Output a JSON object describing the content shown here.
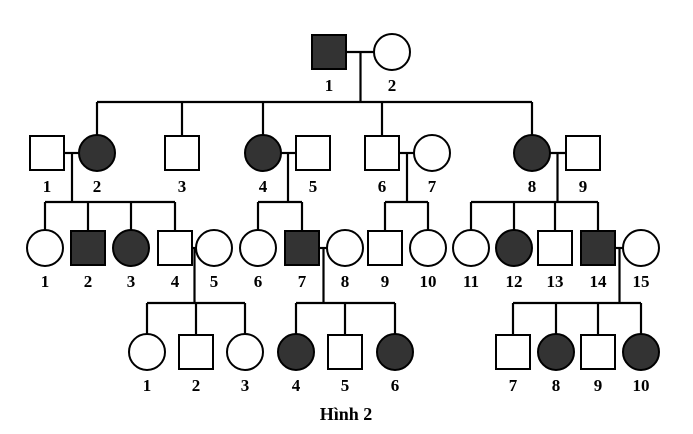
{
  "caption": "Hình 2",
  "legend": {
    "affected_fill": "#333333",
    "unaffected_fill": "#ffffff"
  },
  "generations": [
    {
      "gen": "I",
      "individuals": [
        {
          "id": "I-1",
          "label": "1",
          "sex": "male",
          "affected": true
        },
        {
          "id": "I-2",
          "label": "2",
          "sex": "female",
          "affected": false
        }
      ]
    },
    {
      "gen": "II",
      "individuals": [
        {
          "id": "II-1",
          "label": "1",
          "sex": "male",
          "affected": false
        },
        {
          "id": "II-2",
          "label": "2",
          "sex": "female",
          "affected": true
        },
        {
          "id": "II-3",
          "label": "3",
          "sex": "male",
          "affected": false
        },
        {
          "id": "II-4",
          "label": "4",
          "sex": "female",
          "affected": true
        },
        {
          "id": "II-5",
          "label": "5",
          "sex": "male",
          "affected": false
        },
        {
          "id": "II-6",
          "label": "6",
          "sex": "male",
          "affected": false
        },
        {
          "id": "II-7",
          "label": "7",
          "sex": "female",
          "affected": false
        },
        {
          "id": "II-8",
          "label": "8",
          "sex": "female",
          "affected": true
        },
        {
          "id": "II-9",
          "label": "9",
          "sex": "male",
          "affected": false
        }
      ]
    },
    {
      "gen": "III",
      "individuals": [
        {
          "id": "III-1",
          "label": "1",
          "sex": "female",
          "affected": false
        },
        {
          "id": "III-2",
          "label": "2",
          "sex": "male",
          "affected": true
        },
        {
          "id": "III-3",
          "label": "3",
          "sex": "female",
          "affected": true
        },
        {
          "id": "III-4",
          "label": "4",
          "sex": "male",
          "affected": false
        },
        {
          "id": "III-5",
          "label": "5",
          "sex": "female",
          "affected": false
        },
        {
          "id": "III-6",
          "label": "6",
          "sex": "female",
          "affected": false
        },
        {
          "id": "III-7",
          "label": "7",
          "sex": "male",
          "affected": true
        },
        {
          "id": "III-8",
          "label": "8",
          "sex": "female",
          "affected": false
        },
        {
          "id": "III-9",
          "label": "9",
          "sex": "male",
          "affected": false
        },
        {
          "id": "III-10",
          "label": "10",
          "sex": "female",
          "affected": false
        },
        {
          "id": "III-11",
          "label": "11",
          "sex": "female",
          "affected": false
        },
        {
          "id": "III-12",
          "label": "12",
          "sex": "female",
          "affected": true
        },
        {
          "id": "III-13",
          "label": "13",
          "sex": "male",
          "affected": false
        },
        {
          "id": "III-14",
          "label": "14",
          "sex": "male",
          "affected": true
        },
        {
          "id": "III-15",
          "label": "15",
          "sex": "female",
          "affected": false
        }
      ]
    },
    {
      "gen": "IV",
      "individuals": [
        {
          "id": "IV-1",
          "label": "1",
          "sex": "female",
          "affected": false
        },
        {
          "id": "IV-2",
          "label": "2",
          "sex": "male",
          "affected": false
        },
        {
          "id": "IV-3",
          "label": "3",
          "sex": "female",
          "affected": false
        },
        {
          "id": "IV-4",
          "label": "4",
          "sex": "female",
          "affected": true
        },
        {
          "id": "IV-5",
          "label": "5",
          "sex": "male",
          "affected": false
        },
        {
          "id": "IV-6",
          "label": "6",
          "sex": "female",
          "affected": true
        },
        {
          "id": "IV-7",
          "label": "7",
          "sex": "male",
          "affected": false
        },
        {
          "id": "IV-8",
          "label": "8",
          "sex": "female",
          "affected": true
        },
        {
          "id": "IV-9",
          "label": "9",
          "sex": "male",
          "affected": false
        },
        {
          "id": "IV-10",
          "label": "10",
          "sex": "female",
          "affected": true
        }
      ]
    }
  ],
  "matings": [
    {
      "partners": [
        "I-1",
        "I-2"
      ],
      "children": [
        "II-2",
        "II-3",
        "II-4",
        "II-6",
        "II-8"
      ]
    },
    {
      "partners": [
        "II-1",
        "II-2"
      ],
      "children": [
        "III-1",
        "III-2",
        "III-3",
        "III-4"
      ]
    },
    {
      "partners": [
        "II-4",
        "II-5"
      ],
      "children": [
        "III-6",
        "III-7"
      ]
    },
    {
      "partners": [
        "II-6",
        "II-7"
      ],
      "children": [
        "III-9",
        "III-10"
      ]
    },
    {
      "partners": [
        "II-8",
        "II-9"
      ],
      "children": [
        "III-11",
        "III-12",
        "III-13",
        "III-14"
      ]
    },
    {
      "partners": [
        "III-4",
        "III-5"
      ],
      "children": [
        "IV-1",
        "IV-2",
        "IV-3"
      ]
    },
    {
      "partners": [
        "III-7",
        "III-8"
      ],
      "children": [
        "IV-4",
        "IV-5",
        "IV-6"
      ]
    },
    {
      "partners": [
        "III-14",
        "III-15"
      ],
      "children": [
        "IV-7",
        "IV-8",
        "IV-9",
        "IV-10"
      ]
    }
  ]
}
